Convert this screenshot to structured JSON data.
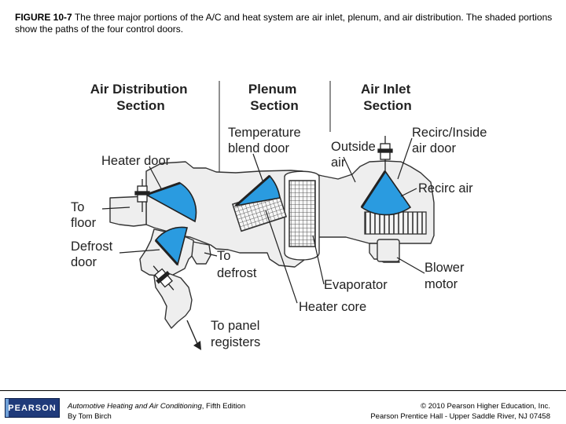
{
  "caption": {
    "figure_label": "FIGURE 10-7",
    "text": "The three major portions of the A/C and heat system are air inlet, plenum, and air distribution. The shaded portions show the paths of the four control doors."
  },
  "diagram": {
    "section_headers": {
      "air_distribution": [
        "Air Distribution",
        "Section"
      ],
      "plenum": [
        "Plenum",
        "Section"
      ],
      "air_inlet": [
        "Air Inlet",
        "Section"
      ]
    },
    "labels": {
      "temperature_blend_door": [
        "Temperature",
        "blend door"
      ],
      "heater_door": "Heater door",
      "outside_air": [
        "Outside",
        "air"
      ],
      "recirc_inside_air_door": [
        "Recirc/Inside",
        "air door"
      ],
      "recirc_air": "Recirc air",
      "to_floor": [
        "To",
        "floor"
      ],
      "defrost_door": [
        "Defrost",
        "door"
      ],
      "to_defrost": [
        "To",
        "defrost"
      ],
      "blower_motor": [
        "Blower",
        "motor"
      ],
      "evaporator": "Evaporator",
      "heater_core": "Heater core",
      "to_panel_registers": [
        "To panel",
        "registers"
      ]
    },
    "colors": {
      "door_fill": "#2a9be0",
      "housing_fill": "#eeeeee",
      "outline": "#333333"
    }
  },
  "footer": {
    "logo_text": "PEARSON",
    "book_title": "Automotive Heating and Air Conditioning",
    "book_edition": ", Fifth Edition",
    "book_author": "By Tom Birch",
    "copyright_line1": "© 2010 Pearson Higher Education, Inc.",
    "copyright_line2": "Pearson Prentice Hall - Upper Saddle River, NJ 07458"
  }
}
